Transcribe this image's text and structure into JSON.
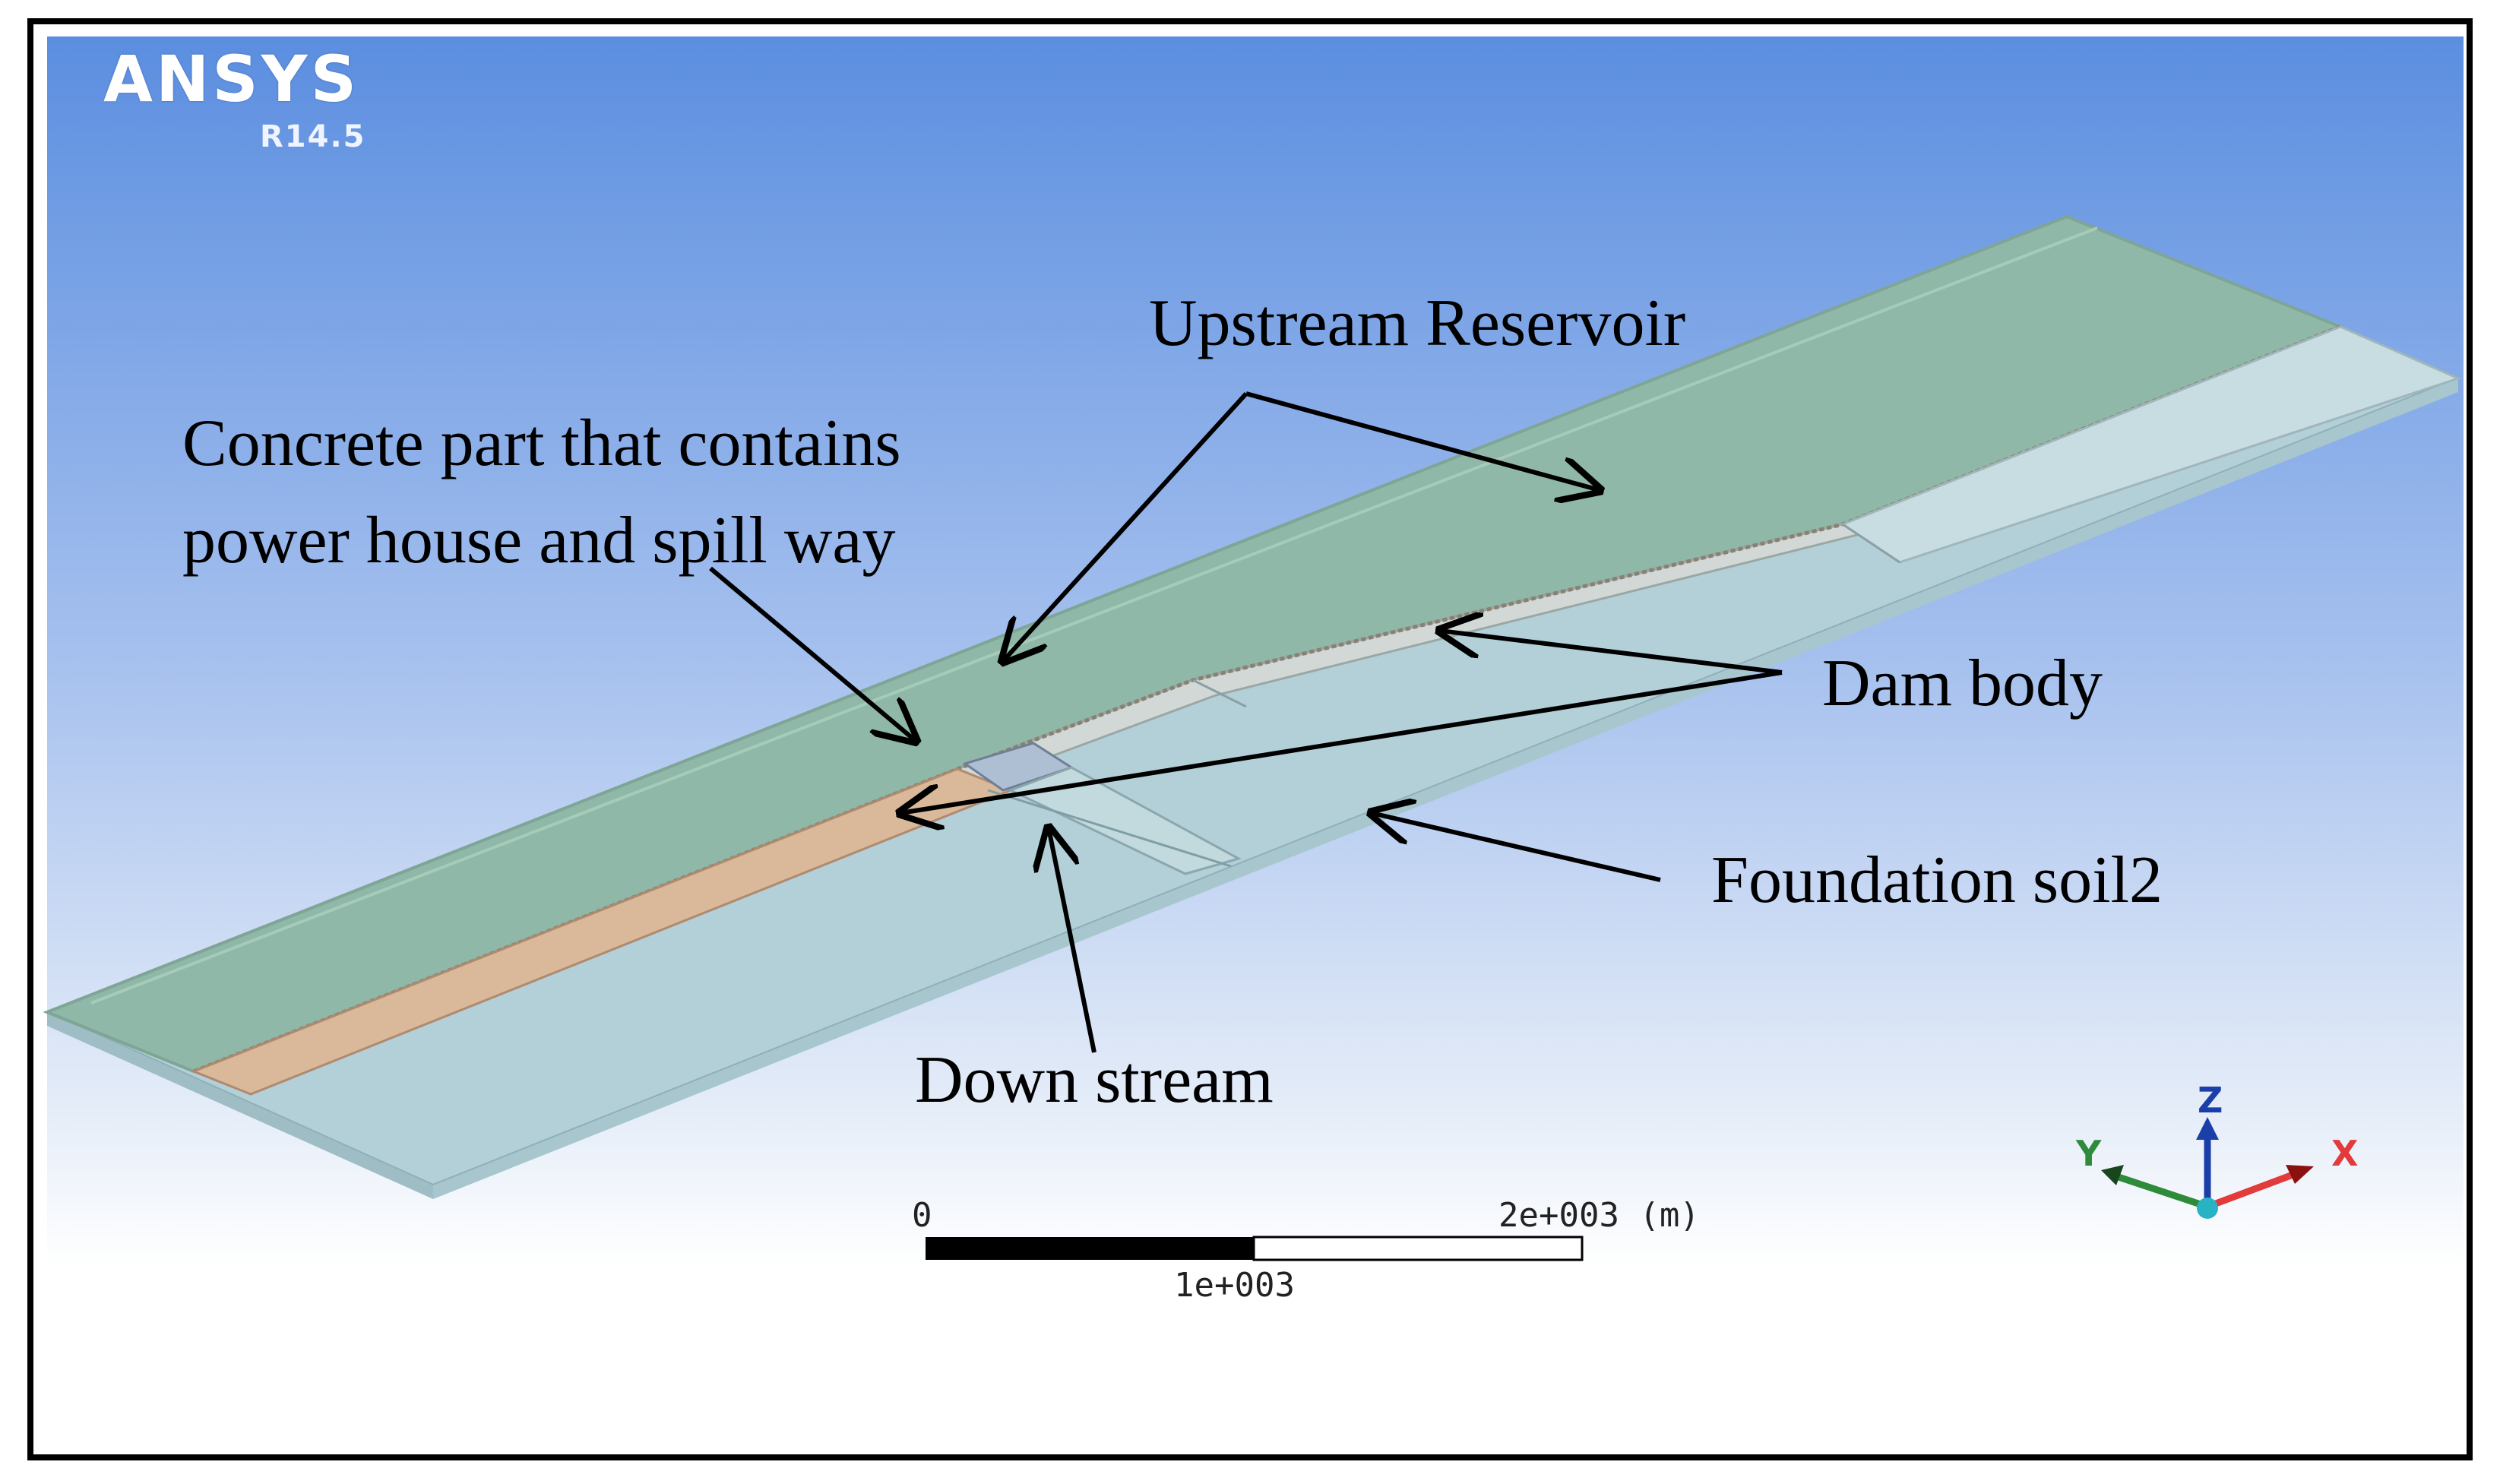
{
  "logo": {
    "brand": "ANSYS",
    "version": "R14.5"
  },
  "labels": {
    "upstream_reservoir": "Upstream Reservoir",
    "concrete_line1": "Concrete part that contains",
    "concrete_line2": "power house and spill way",
    "dam_body": "Dam body",
    "foundation_soil": "Foundation soil2",
    "down_stream": "Down stream"
  },
  "scale_bar": {
    "start": "0",
    "mid": "1e+003",
    "end": "2e+003 (m)"
  },
  "triad": {
    "x": "X",
    "y": "Y",
    "z": "Z"
  },
  "colors": {
    "background_top": "#5b8ee0",
    "background_bottom": "#ffffff",
    "reservoir": "#8fb8a8",
    "soil": "#b3d0d9",
    "dam_strip": "#d9c7b0",
    "x_axis": "#e23b3b",
    "y_axis": "#2e8b3a",
    "z_axis": "#1b3fa8"
  }
}
